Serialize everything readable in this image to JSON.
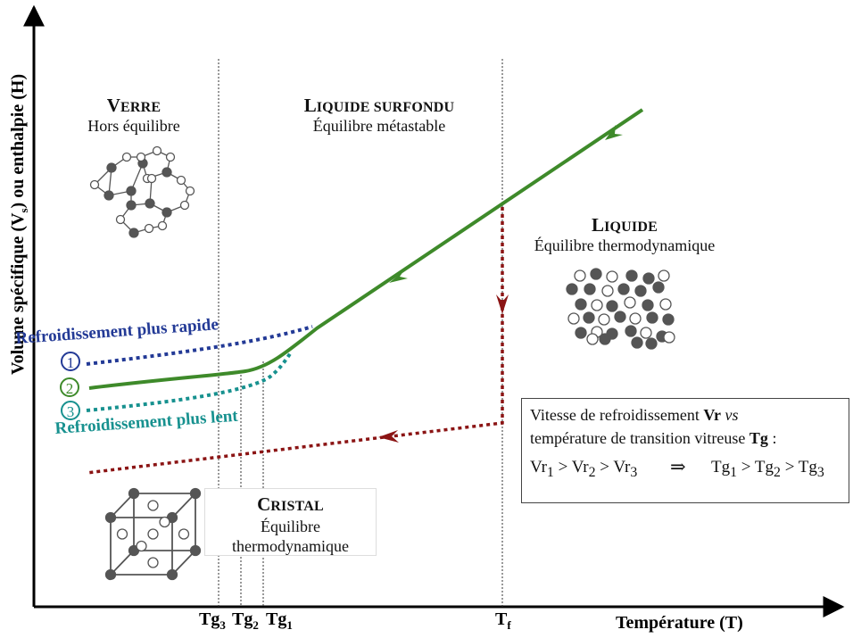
{
  "axes": {
    "y_label_main": "Volume spécifique (V",
    "y_label_sub": "s",
    "y_label_rest": ") ou enthalpie (H)",
    "x_label_main": "Température (T)",
    "x_ticks": [
      {
        "main": "Tg",
        "sub": "3"
      },
      {
        "main": "Tg",
        "sub": "2"
      },
      {
        "main": "Tg",
        "sub": "1"
      },
      {
        "main": "T",
        "sub": "f"
      }
    ]
  },
  "phases": {
    "verre": {
      "title_first": "V",
      "title_rest": "ERRE",
      "subtitle": "Hors équilibre"
    },
    "liquide_surfondu": {
      "title_first": "L",
      "title_rest": "IQUIDE SURFONDU",
      "subtitle": "Équilibre métastable"
    },
    "liquide": {
      "title_first": "L",
      "title_rest": "IQUIDE",
      "subtitle": "Équilibre thermodynamique"
    },
    "cristal": {
      "title_first": "C",
      "title_rest": "RISTAL",
      "subtitle_line1": "Équilibre",
      "subtitle_line2": "thermodynamique"
    }
  },
  "curves": {
    "fast_label": "Refroidissement plus rapide",
    "slow_label": "Refroidissement plus lent",
    "markers": [
      "1",
      "2",
      "3"
    ]
  },
  "info_box": {
    "line1_pre": "Vitesse de refroidissement ",
    "line1_bold": "Vr",
    "line1_em": "vs",
    "line2_pre": "température de transition vitreuse ",
    "line2_bold": "Tg",
    "line2_post": " :",
    "rel_left": [
      "Vr",
      "1",
      " > Vr",
      "2",
      " > Vr",
      "3"
    ],
    "arrow": "⇒",
    "rel_right": [
      "Tg",
      "1",
      " > Tg",
      "2",
      " > Tg",
      "3"
    ]
  },
  "colors": {
    "green": "#3e8a2a",
    "blue": "#233a96",
    "teal": "#17918f",
    "red": "#8b1414",
    "axis": "#000000"
  }
}
